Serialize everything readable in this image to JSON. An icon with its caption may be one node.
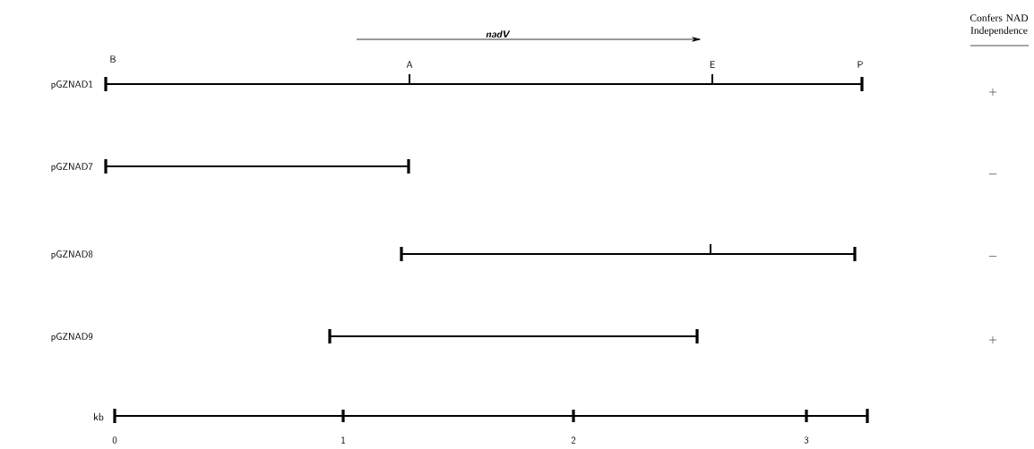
{
  "diagram": {
    "labels": [
      "nadV",
      "Confers NAD Independence",
      "B",
      "A",
      "E",
      "P",
      "pGZNAD1",
      "+",
      "pGZNAD7",
      "−",
      "pGZNAD8",
      "−",
      "pGZNAD9",
      "+",
      "kb",
      "0",
      "1",
      "2",
      "3"
    ]
  }
}
